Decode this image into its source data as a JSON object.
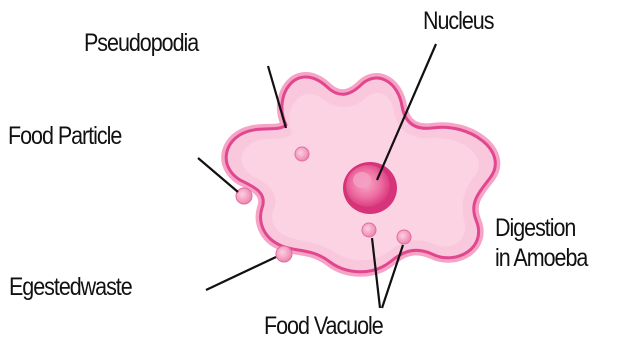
{
  "diagram": {
    "labels": {
      "pseudopodia": "Pseudopodia",
      "nucleus": "Nucleus",
      "food_particle": "Food Particle",
      "egested_waste": "Egestedwaste",
      "food_vacuole": "Food Vacuole"
    },
    "caption": {
      "line1": "Digestion",
      "line2": "in Amoeba"
    },
    "colors": {
      "cell_fill": "#f9c8dc",
      "cell_outline": "#e0478f",
      "cell_glow": "#f6a3c6",
      "nucleus_outer": "#d6337a",
      "nucleus_inner": "#f07aaa",
      "vacuole_fill": "#f39bbf",
      "leader_line": "#111111"
    }
  }
}
